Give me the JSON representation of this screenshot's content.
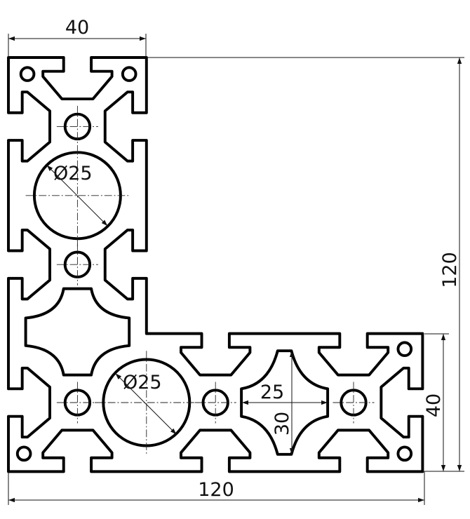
{
  "drawing": {
    "title": "L-shaped aluminium extrusion profile 120x120 (40 series)",
    "dimensions": {
      "top_width": "40",
      "right_height": "120",
      "right_leg_height": "40",
      "bottom_width": "120",
      "bore_upper": "Ø25",
      "bore_lower": "Ø25",
      "cavity_width": "25",
      "cavity_height": "30"
    },
    "colors": {
      "line": "#000000",
      "background": "#ffffff"
    }
  }
}
